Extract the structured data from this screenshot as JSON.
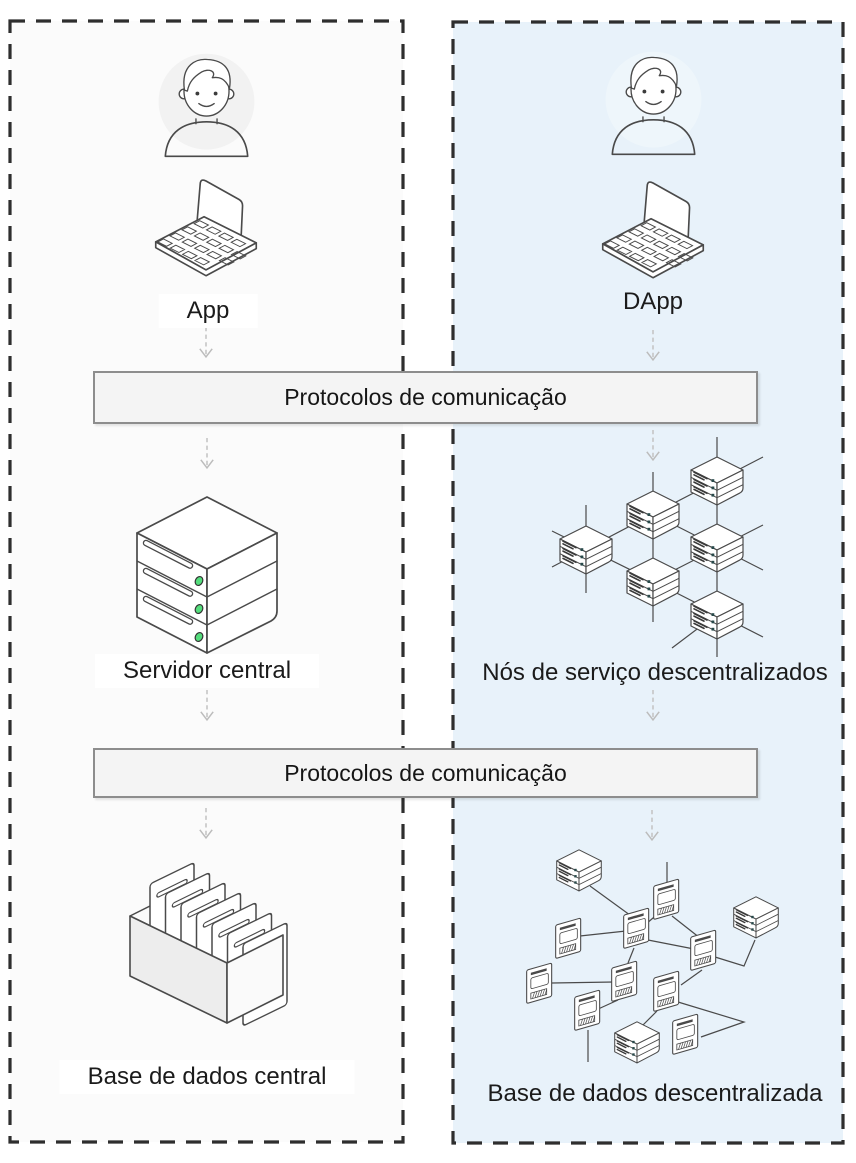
{
  "panels": {
    "left": {
      "type": "centralized",
      "app_label": "App",
      "server_label": "Servidor central",
      "database_label": "Base de dados central",
      "background": "#fbfbfb"
    },
    "right": {
      "type": "decentralized",
      "app_label": "DApp",
      "nodes_label": "Nós de serviço descentralizados",
      "database_label": "Base de dados descentralizada",
      "background": "#e8f2fa"
    }
  },
  "protocol_bars": [
    {
      "label": "Protocolos de comunicação"
    },
    {
      "label": "Protocolos de comunicação"
    }
  ],
  "icons": {
    "left": [
      "person-icon",
      "laptop-icon",
      "server-icon",
      "file-box-icon",
      "arrow-down-icon"
    ],
    "right": [
      "person-icon",
      "laptop-icon",
      "server-network-icon",
      "distributed-database-icon",
      "arrow-down-icon"
    ]
  },
  "colors": {
    "left_panel_bg": "#fbfbfb",
    "right_panel_bg": "#e8f2fa",
    "panel_border": "#2e2e2e",
    "protocol_bar_bg": "#f4f4f4",
    "protocol_bar_border": "#8d8d8d",
    "outline": "#4a4a4a",
    "shirt_green": "#cdeccf",
    "shirt_blue": "#d8ecf7",
    "led_green": "#54dd7c",
    "arrow_gray": "#c3c3c3",
    "text": "#1b1b1b"
  }
}
